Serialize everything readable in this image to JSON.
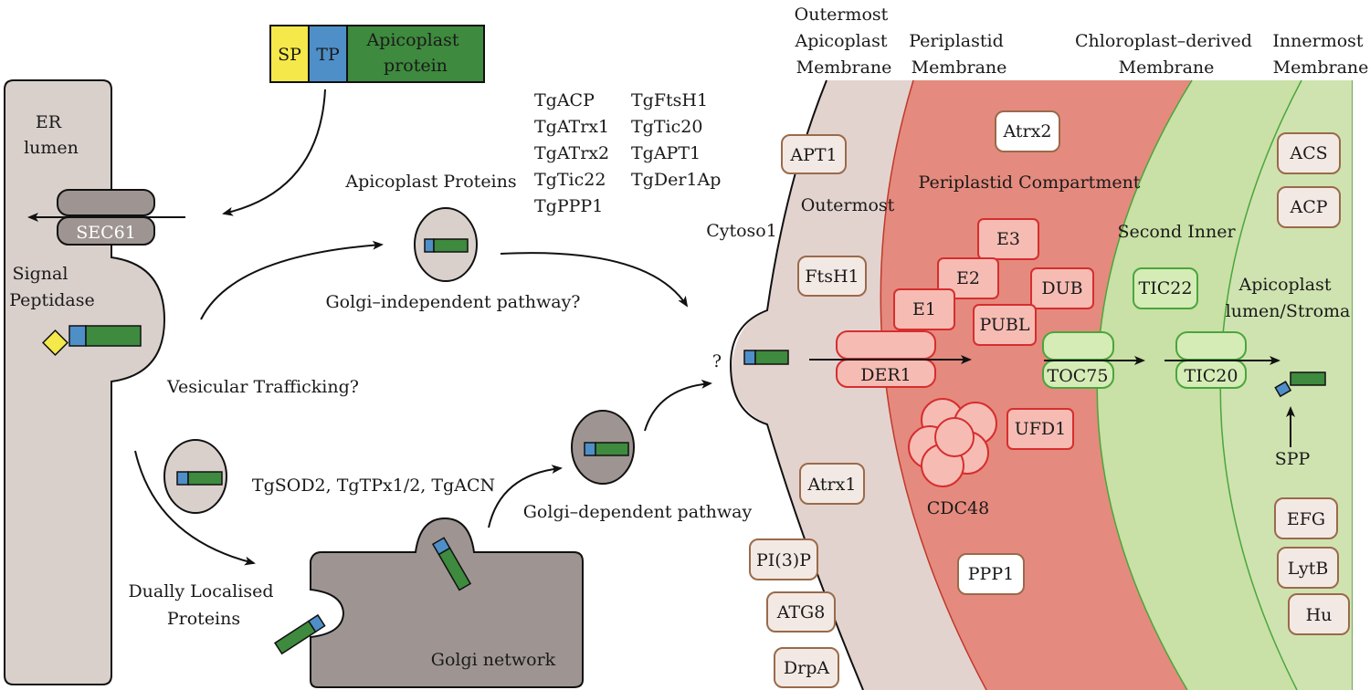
{
  "precursor": {
    "sp": "SP",
    "tp": "TP",
    "protein": [
      "Apicoplast",
      "protein"
    ]
  },
  "er": {
    "lumen": [
      "ER",
      "lumen"
    ],
    "sec61": "SEC61",
    "signal_peptidase": [
      "Signal",
      "Peptidase"
    ]
  },
  "labels": {
    "apicoplast_proteins": "Apicoplast Proteins",
    "golgi_independent": "Golgi–independent pathway?",
    "vesicular": "Vesicular Trafficking?",
    "dual_list": "TgSOD2, TgTPx1/2, TgACN",
    "golgi_dependent": "Golgi–dependent pathway",
    "dually_localised": [
      "Dually Localised",
      "Proteins"
    ],
    "golgi_network": "Golgi network",
    "cytosol": "Cytoso1",
    "question": "?"
  },
  "protein_list": {
    "col1": [
      "TgACP",
      "TgATrx1",
      "TgATrx2",
      "TgTic22",
      "TgPPP1"
    ],
    "col2": [
      "TgFtsH1",
      "TgTic20",
      "TgAPT1",
      "TgDer1Ap"
    ]
  },
  "membrane_headers": {
    "outermost": [
      "Outermost",
      "Apicoplast",
      "Membrane"
    ],
    "periplastid": [
      "Periplastid",
      "Membrane"
    ],
    "chloroplast": [
      "Chloroplast–derived",
      "Membrane"
    ],
    "innermost": [
      "Innermost",
      "Membrane"
    ]
  },
  "compartments": {
    "outermost": "Outermost",
    "periplastid": "Periplastid Compartment",
    "second_inner": "Second Inner",
    "lumen": [
      "Apicoplast",
      "lumen/Stroma"
    ]
  },
  "boxes": {
    "apt1": "APT1",
    "ftsh1": "FtsH1",
    "atrx1": "Atrx1",
    "pi3p": "PI(3)P",
    "atg8": "ATG8",
    "drpa": "DrpA",
    "atrx2": "Atrx2",
    "e3": "E3",
    "e2": "E2",
    "e1": "E1",
    "dub": "DUB",
    "publ": "PUBL",
    "der1": "DER1",
    "ufd1": "UFD1",
    "cdc48": "CDC48",
    "ppp1": "PPP1",
    "toc75": "TOC75",
    "tic22": "TIC22",
    "tic20": "TIC20",
    "acs": "ACS",
    "acp": "ACP",
    "spp": "SPP",
    "efg": "EFG",
    "lytb": "LytB",
    "hu": "Hu"
  },
  "colors": {
    "sp": "#f5e84a",
    "tp": "#4f8fc8",
    "protein": "#3e8a3e",
    "er": "#d9d0cc",
    "golgi": "#9e9593",
    "outer_band": "#e3d3cf",
    "periplastid": "#e58a7e",
    "chloroplast_band": "#c9e0a6",
    "inner_band": "#cfe3b0",
    "red_box": "#f6bcb4",
    "red_stroke": "#d62e2e",
    "green_box": "#d6ecb7",
    "green_stroke": "#4aa63c",
    "brown_stroke": "#9a6a4a"
  }
}
